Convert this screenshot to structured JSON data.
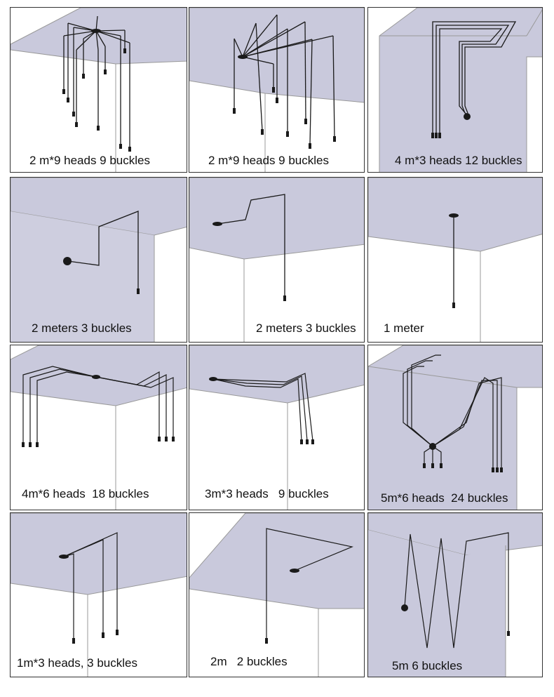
{
  "colors": {
    "ceiling": "#c9c9dc",
    "cable": "#1a1a1a",
    "line": "#9a9a9a"
  },
  "panels": [
    {
      "caption": "2 m*9 heads 9 buckles"
    },
    {
      "caption": "2 m*9 heads 9 buckles"
    },
    {
      "caption": "4 m*3 heads 12 buckles"
    },
    {
      "caption": "2 meters 3 buckles"
    },
    {
      "caption": "2 meters 3 buckles"
    },
    {
      "caption": "1 meter"
    },
    {
      "caption": "4m*6 heads  18 buckles"
    },
    {
      "caption": "3m*3 heads   9 buckles"
    },
    {
      "caption": "5m*6 heads  24 buckles"
    },
    {
      "caption": "1m*3 heads, 3 buckles"
    },
    {
      "caption": "2m   2 buckles"
    },
    {
      "caption": "5m 6 buckles"
    }
  ]
}
